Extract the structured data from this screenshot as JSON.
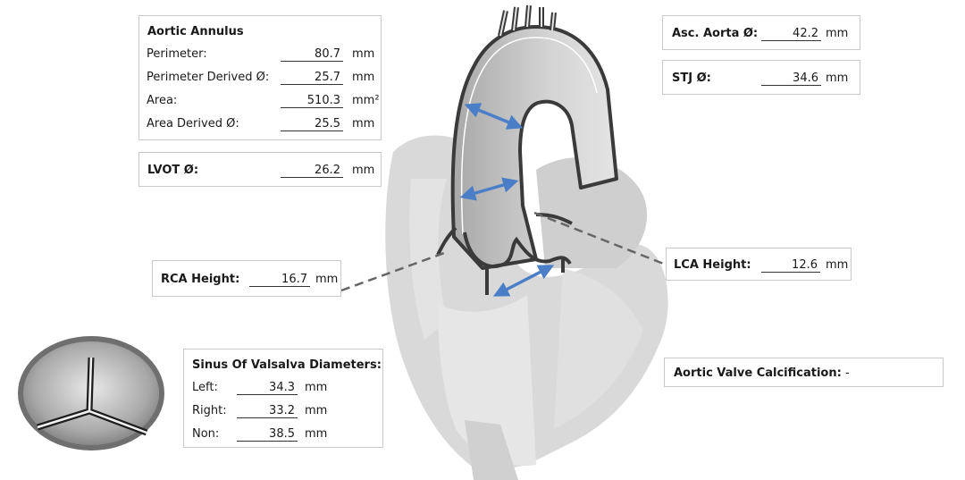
{
  "colors": {
    "arrow": "#4a7fc8",
    "heart": "#d6d6d6",
    "aorta": "#bdbdbd",
    "wall": "#3a3a3a",
    "box_border": "#c9c9c9"
  },
  "annulus": {
    "title": "Aortic Annulus",
    "rows": [
      {
        "label": "Perimeter:",
        "value": "80.7",
        "unit": "mm"
      },
      {
        "label": "Perimeter Derived Ø:",
        "value": "25.7",
        "unit": "mm"
      },
      {
        "label": "Area:",
        "value": "510.3",
        "unit": "mm²"
      },
      {
        "label": "Area Derived Ø:",
        "value": "25.5",
        "unit": "mm"
      }
    ]
  },
  "lvot": {
    "label": "LVOT Ø:",
    "value": "26.2",
    "unit": "mm"
  },
  "rca": {
    "label": "RCA Height:",
    "value": "16.7",
    "unit": "mm"
  },
  "asc_aorta": {
    "label": "Asc. Aorta Ø:",
    "value": "42.2",
    "unit": "mm"
  },
  "stj": {
    "label": "STJ Ø:",
    "value": "34.6",
    "unit": "mm"
  },
  "lca": {
    "label": "LCA Height:",
    "value": "12.6",
    "unit": "mm"
  },
  "sinus": {
    "title": "Sinus Of Valsalva Diameters:",
    "rows": [
      {
        "label": "Left:",
        "value": "34.3",
        "unit": "mm"
      },
      {
        "label": "Right:",
        "value": "33.2",
        "unit": "mm"
      },
      {
        "label": "Non:",
        "value": "38.5",
        "unit": "mm"
      }
    ]
  },
  "calcification": {
    "label": "Aortic Valve Calcification:",
    "value": "-"
  }
}
